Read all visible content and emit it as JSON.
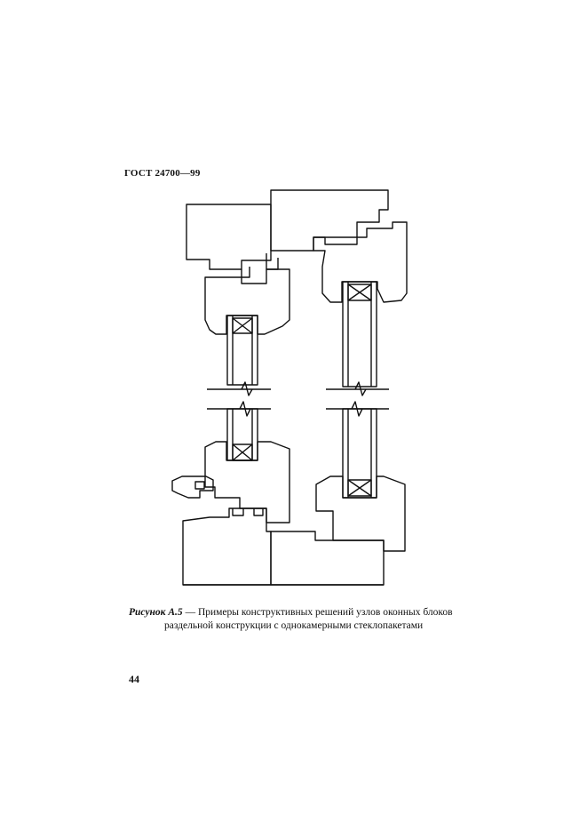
{
  "header": {
    "standard": "ГОСТ 24700—99"
  },
  "caption": {
    "label": "Рисунок А.5",
    "dash": " — ",
    "text_line1": "Примеры конструктивных решений узлов оконных блоков",
    "text_line2": "раздельной конструкции с однокамерными стеклопакетами"
  },
  "page_number": "44"
}
